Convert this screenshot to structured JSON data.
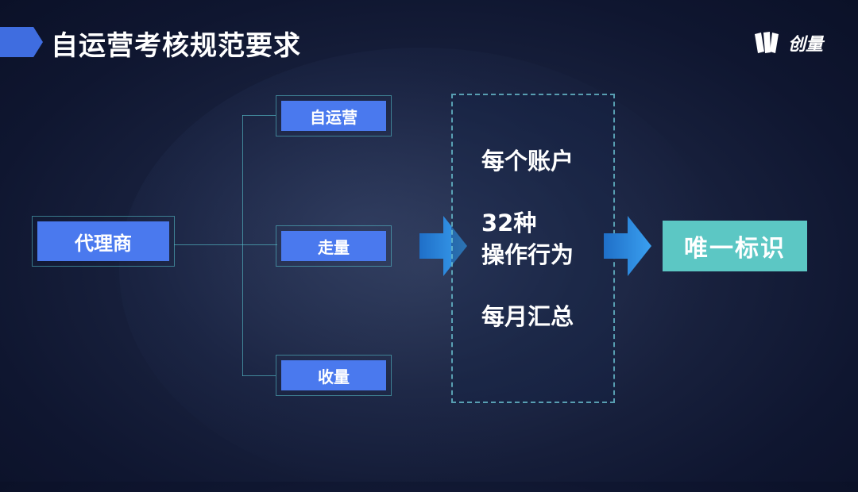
{
  "header": {
    "title": "自运营考核规范要求"
  },
  "logo": {
    "text": "创量",
    "icon": "stacked-cards-logo-icon"
  },
  "diagram": {
    "root": {
      "label": "代理商"
    },
    "branches": [
      {
        "label": "自运营"
      },
      {
        "label": "走量"
      },
      {
        "label": "收量"
      }
    ],
    "middle": {
      "items": [
        "每个账户",
        "32种",
        "操作行为",
        "每月汇总"
      ]
    },
    "result": {
      "label": "唯一标识"
    }
  },
  "colors": {
    "node_fill": "#4a79ee",
    "connector": "#5ac8d2",
    "arrow": "#2a8be0",
    "result_fill": "#5cc7c4",
    "header_accent": "#3f6de0"
  }
}
